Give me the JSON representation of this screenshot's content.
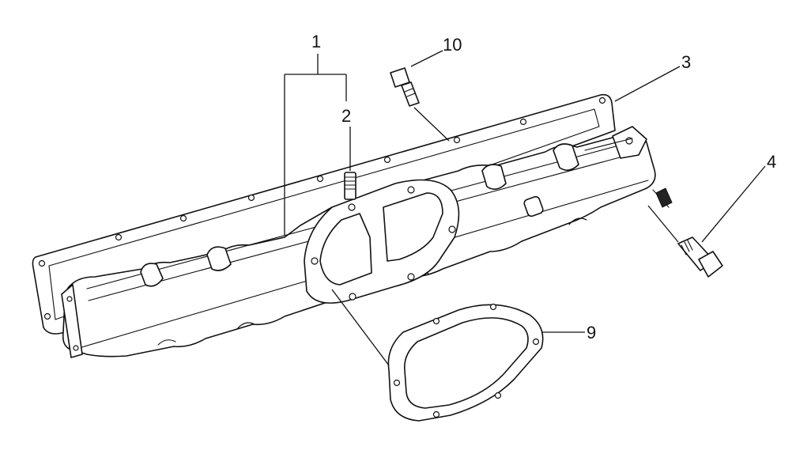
{
  "callouts": {
    "c1": "1",
    "c2": "2",
    "c3": "3",
    "c4": "4",
    "c9": "9",
    "c10": "10"
  }
}
